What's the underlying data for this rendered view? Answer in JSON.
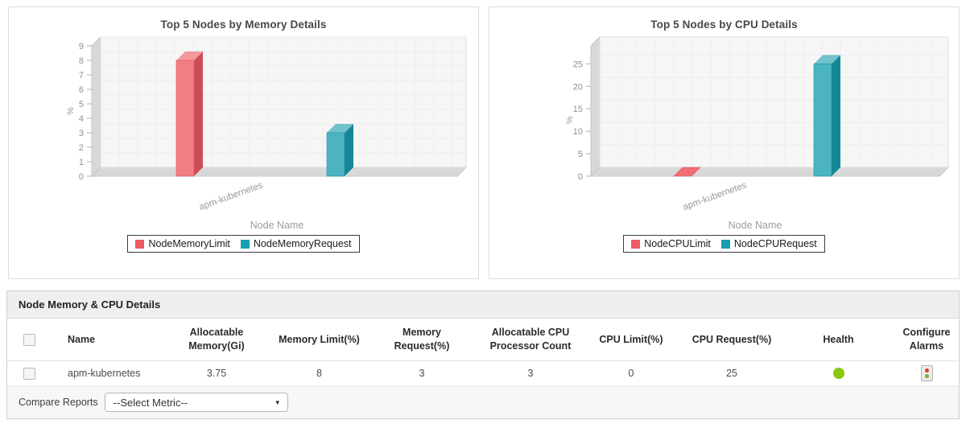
{
  "chart_data": [
    {
      "type": "bar",
      "title": "Top 5 Nodes by Memory Details",
      "categories": [
        "apm-kubernetes"
      ],
      "series": [
        {
          "name": "NodeMemoryLimit",
          "values": [
            8
          ],
          "color": "#ee5a63"
        },
        {
          "name": "NodeMemoryRequest",
          "values": [
            3
          ],
          "color": "#1a9daf"
        }
      ],
      "xlabel": "Node Name",
      "ylabel": "%",
      "ylim": [
        0,
        9
      ],
      "yticks": [
        0,
        1,
        2,
        3,
        4,
        5,
        6,
        7,
        8,
        9
      ],
      "grid": true,
      "legend_position": "bottom"
    },
    {
      "type": "bar",
      "title": "Top 5 Nodes by CPU Details",
      "categories": [
        "apm-kubernetes"
      ],
      "series": [
        {
          "name": "NodeCPULimit",
          "values": [
            0
          ],
          "color": "#ee5a63"
        },
        {
          "name": "NodeCPURequest",
          "values": [
            25
          ],
          "color": "#1a9daf"
        }
      ],
      "xlabel": "Node Name",
      "ylabel": "%",
      "ylim": [
        0,
        29
      ],
      "yticks": [
        0,
        5,
        10,
        15,
        20,
        25
      ],
      "grid": true,
      "legend_position": "bottom"
    }
  ],
  "table": {
    "section_title": "Node Memory & CPU Details",
    "columns": [
      "Name",
      "Allocatable Memory(Gi)",
      "Memory Limit(%)",
      "Memory Request(%)",
      "Allocatable CPU Processor Count",
      "CPU Limit(%)",
      "CPU Request(%)",
      "Health",
      "Configure Alarms"
    ],
    "rows": [
      {
        "name": "apm-kubernetes",
        "allocatable_memory_gi": "3.75",
        "memory_limit_pct": "8",
        "memory_request_pct": "3",
        "allocatable_cpu_count": "3",
        "cpu_limit_pct": "0",
        "cpu_request_pct": "25"
      }
    ]
  },
  "footer": {
    "label": "Compare Reports",
    "select_value": "--Select Metric--"
  },
  "colors": {
    "health_ok": "#8dc60e",
    "alarm_red": "#d2402e",
    "alarm_green": "#74b626",
    "accent_red": "#ee5a63",
    "accent_teal": "#1a9daf"
  }
}
